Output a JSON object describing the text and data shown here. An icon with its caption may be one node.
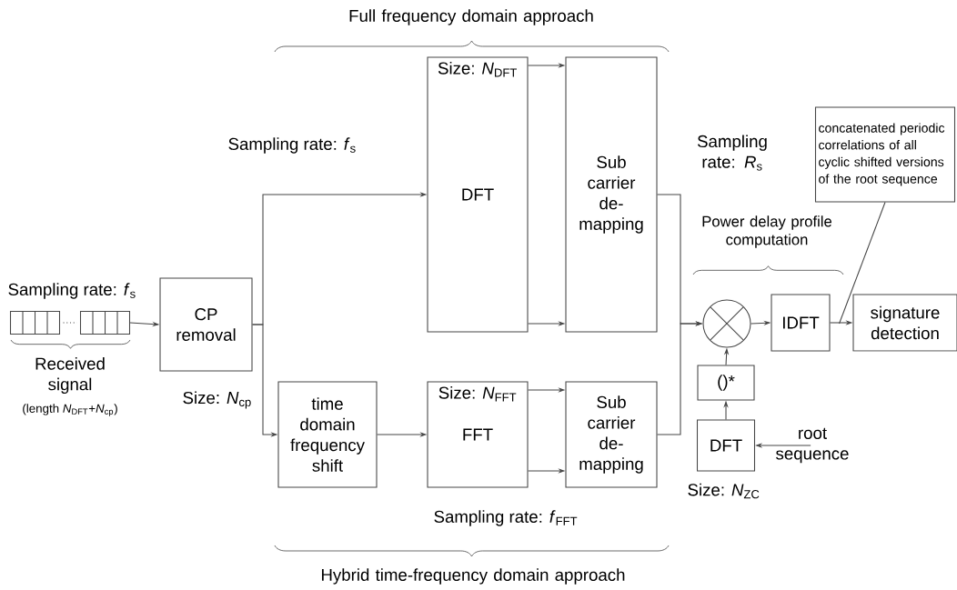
{
  "diagram": {
    "nodes": [
      {
        "text": [],
        "shape": "box"
      },
      {
        "text": [
          "CP removal"
        ]
      },
      {
        "text": [
          "Size: *N*$_{DFT}$",
          "DFT"
        ]
      },
      {
        "text": [
          "Sub carrier de- mapping"
        ]
      },
      {
        "text": [
          "time domain frequency shift"
        ]
      },
      {
        "text": [
          "Size: *N*$_{FFT}$",
          "FFT"
        ]
      },
      {
        "text": [
          "Sub carrier de- mapping"
        ]
      },
      {
        "text": [],
        "shape": "circle"
      },
      {
        "text": [
          "IDFT"
        ]
      },
      {
        "text": [
          "signature detection"
        ]
      },
      {
        "text": [
          "()*"
        ]
      },
      {
        "text": [
          "DFT"
        ]
      },
      {
        "text": [
          "root sequence"
        ]
      },
      {
        "text": [
          "concatenated periodic correlations of all cyclic shifted versions of the root sequence"
        ]
      }
    ],
    "edges": [
      {
        "from": 0,
        "to": 1,
        "arrow": "to"
      },
      {
        "from": 1,
        "to": 2,
        "arrow": "to"
      },
      {
        "from": 1,
        "to": 4,
        "arrow": "to"
      },
      {
        "from": 2,
        "to": 3,
        "arrow": "to"
      },
      {
        "from": 2,
        "to": 3,
        "arrow": "to"
      },
      {
        "from": 4,
        "to": 5,
        "arrow": "to"
      },
      {
        "from": 5,
        "to": 6,
        "arrow": "to"
      },
      {
        "from": 5,
        "to": 6,
        "arrow": "to"
      },
      {
        "from": 3,
        "to": 7,
        "arrow": "to"
      },
      {
        "from": 6,
        "to": 7,
        "arrow": "to"
      },
      {
        "from": 7,
        "to": 8,
        "arrow": "to"
      },
      {
        "from": 8,
        "to": 9,
        "arrow": "to"
      },
      {
        "from": 10,
        "to": 7,
        "arrow": "to"
      },
      {
        "from": 11,
        "to": 10,
        "arrow": "to"
      },
      {
        "from": 12,
        "to": 11,
        "arrow": "to"
      },
      {
        "from": 13,
        "to": 8,
        "arrow": "none"
      }
    ],
    "labels": [
      "Full frequency  domain approach",
      "Sampling rate: *f*$_{s}$",
      "Sampling rate: *f*$_{s}$",
      "Received signal",
      "(length *N*$_{DFT}$+*N*$_{cp}$)",
      "Size: *N*$_{cp}$",
      "Sampling rate: *R*$_{s}$",
      "Power delay profile computation",
      "Sampling rate: *f*$_{FFT}$",
      "Size: *N*$_{ZC}$",
      "Hybrid time-frequency  domain approach"
    ]
  }
}
